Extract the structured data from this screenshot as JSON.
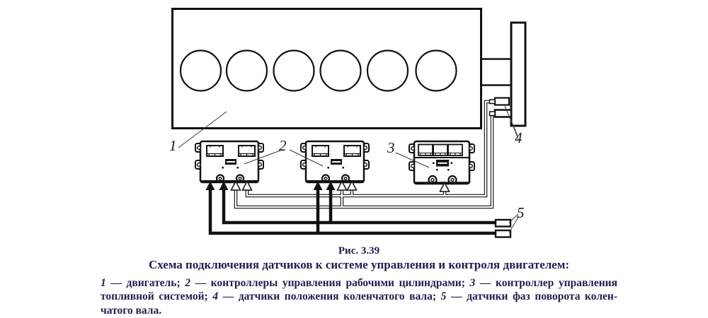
{
  "figure": {
    "number": "Рис. 3.39",
    "title": "Схема подключения датчиков к системе управления и контроля двигателем:",
    "legend_lines": [
      {
        "segments": [
          {
            "style": "i",
            "t": "1"
          },
          {
            "style": "n",
            "t": " — двигатель; "
          },
          {
            "style": "i",
            "t": "2"
          },
          {
            "style": "n",
            "t": " — контроллеры управления рабочими цилиндрами; "
          },
          {
            "style": "i",
            "t": "3"
          },
          {
            "style": "n",
            "t": " — контроллер управления"
          }
        ]
      },
      {
        "segments": [
          {
            "style": "n",
            "t": "топливной системой; "
          },
          {
            "style": "i",
            "t": "4"
          },
          {
            "style": "n",
            "t": " — датчики положения коленчатого вала; "
          },
          {
            "style": "i",
            "t": "5"
          },
          {
            "style": "n",
            "t": " — датчики фаз поворота колен-"
          }
        ]
      },
      {
        "segments": [
          {
            "style": "n",
            "t": "чатого вала."
          }
        ]
      }
    ]
  },
  "diagram": {
    "callouts": {
      "engine": "1",
      "cylinder_controllers": "2",
      "fuel_controller": "3",
      "crankshaft_sensors": "4",
      "phase_sensors": "5"
    },
    "colors": {
      "line": "#111111",
      "leader": "#3a3a3a",
      "text": "#1f1f4e",
      "background": "#ffffff"
    }
  }
}
